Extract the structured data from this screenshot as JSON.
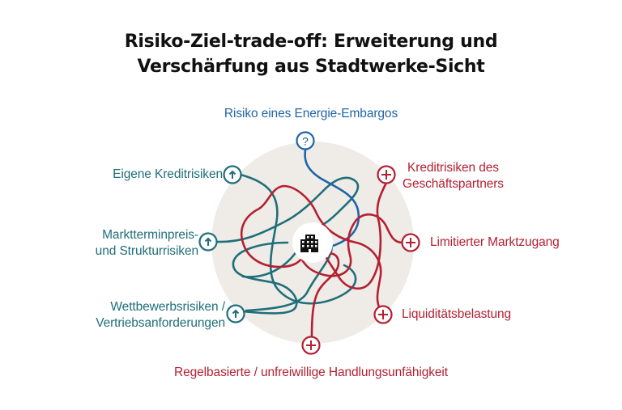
{
  "title": {
    "line1": "Risiko-Ziel-trade-off: Erweiterung und",
    "line2": "Verschärfung aus Stadtwerke-Sicht"
  },
  "center": {
    "icon": "building-icon"
  },
  "colors": {
    "teal": "#1f6f7a",
    "blue": "#1e64a8",
    "red": "#b32032",
    "circle_bg": "#efece7"
  },
  "legend_markers": {
    "question": "?",
    "up": "↑",
    "plus": "+"
  },
  "nodes": {
    "top": {
      "label": "Risiko eines Energie-Embargos",
      "marker": "question",
      "color": "blue"
    },
    "left": [
      {
        "lines": [
          "Eigene Kreditrisiken"
        ],
        "marker": "up",
        "color": "teal"
      },
      {
        "lines": [
          "Marktterminpreis-",
          "und Strukturrisiken"
        ],
        "marker": "up",
        "color": "teal"
      },
      {
        "lines": [
          "Wettbewerbsrisiken /",
          "Vertriebsanforderungen"
        ],
        "marker": "up",
        "color": "teal"
      }
    ],
    "right": [
      {
        "lines": [
          "Kreditrisiken des",
          "Geschäftspartners"
        ],
        "marker": "plus",
        "color": "red"
      },
      {
        "lines": [
          "Limitierter Marktzugang"
        ],
        "marker": "plus",
        "color": "red"
      },
      {
        "lines": [
          "Liquiditätsbelastung"
        ],
        "marker": "plus",
        "color": "red"
      }
    ],
    "bottom": {
      "label": "Regelbasierte / unfreiwillige Handlungsunfähigkeit",
      "marker": "plus",
      "color": "red"
    }
  }
}
